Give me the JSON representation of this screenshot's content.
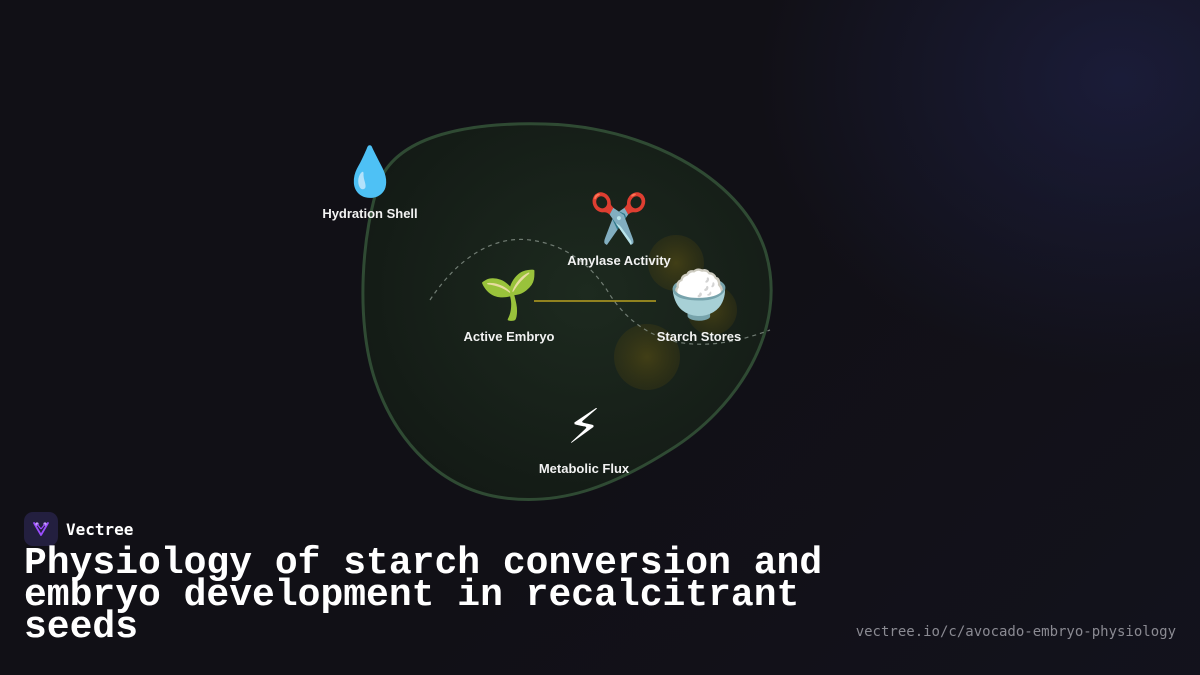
{
  "diagram": {
    "nodes": [
      {
        "id": "hydration",
        "icon": "💧",
        "icon_name": "water-drop-icon",
        "label": "Hydration Shell"
      },
      {
        "id": "amylase",
        "icon": "✂️",
        "icon_name": "scissors-icon",
        "label": "Amylase Activity"
      },
      {
        "id": "embryo",
        "icon": "🌱",
        "icon_name": "seedling-icon",
        "label": "Active Embryo"
      },
      {
        "id": "starch",
        "icon": "🍚",
        "icon_name": "rice-bowl-icon",
        "label": "Starch Stores"
      },
      {
        "id": "flux",
        "icon": "⚡",
        "icon_name": "lightning-icon",
        "label": "Metabolic Flux"
      }
    ],
    "colors": {
      "blob_fill": "#16201a",
      "blob_stroke": "#2f4a33",
      "connector": "#b8a020",
      "glow": "#6b5a10"
    }
  },
  "brand": {
    "name": "Vectree",
    "logo_icon": "vectree-logo-icon",
    "accent": "#9b4dff"
  },
  "title": "Physiology of starch conversion and embryo development in recalcitrant seeds",
  "url": "vectree.io/c/avocado-embryo-physiology"
}
